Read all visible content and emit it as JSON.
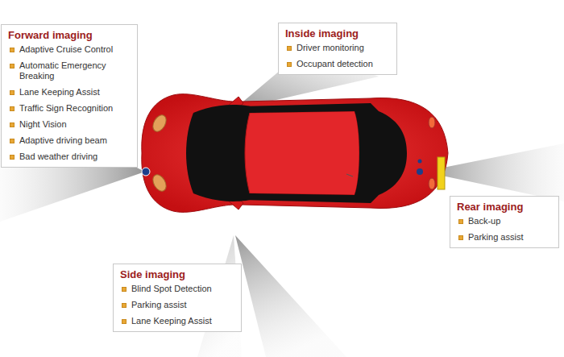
{
  "diagram": {
    "nodes": [
      {
        "text": [
          "Forward imaging",
          "Adaptive Cruise Control",
          "Automatic Emergency Breaking",
          "Lane Keeping Assist",
          "Traffic Sign Recognition",
          "Night Vision",
          "Adaptive driving beam",
          "Bad weather driving"
        ]
      },
      {
        "text": [
          "Inside imaging",
          "Driver monitoring",
          "Occupant detection"
        ]
      },
      {
        "text": [
          "Rear imaging",
          "Back-up",
          "Parking assist"
        ]
      },
      {
        "text": [
          "Side imaging",
          "Blind Spot Detection",
          "Parking assist",
          "Lane Keeping Assist"
        ]
      }
    ],
    "edges": []
  }
}
